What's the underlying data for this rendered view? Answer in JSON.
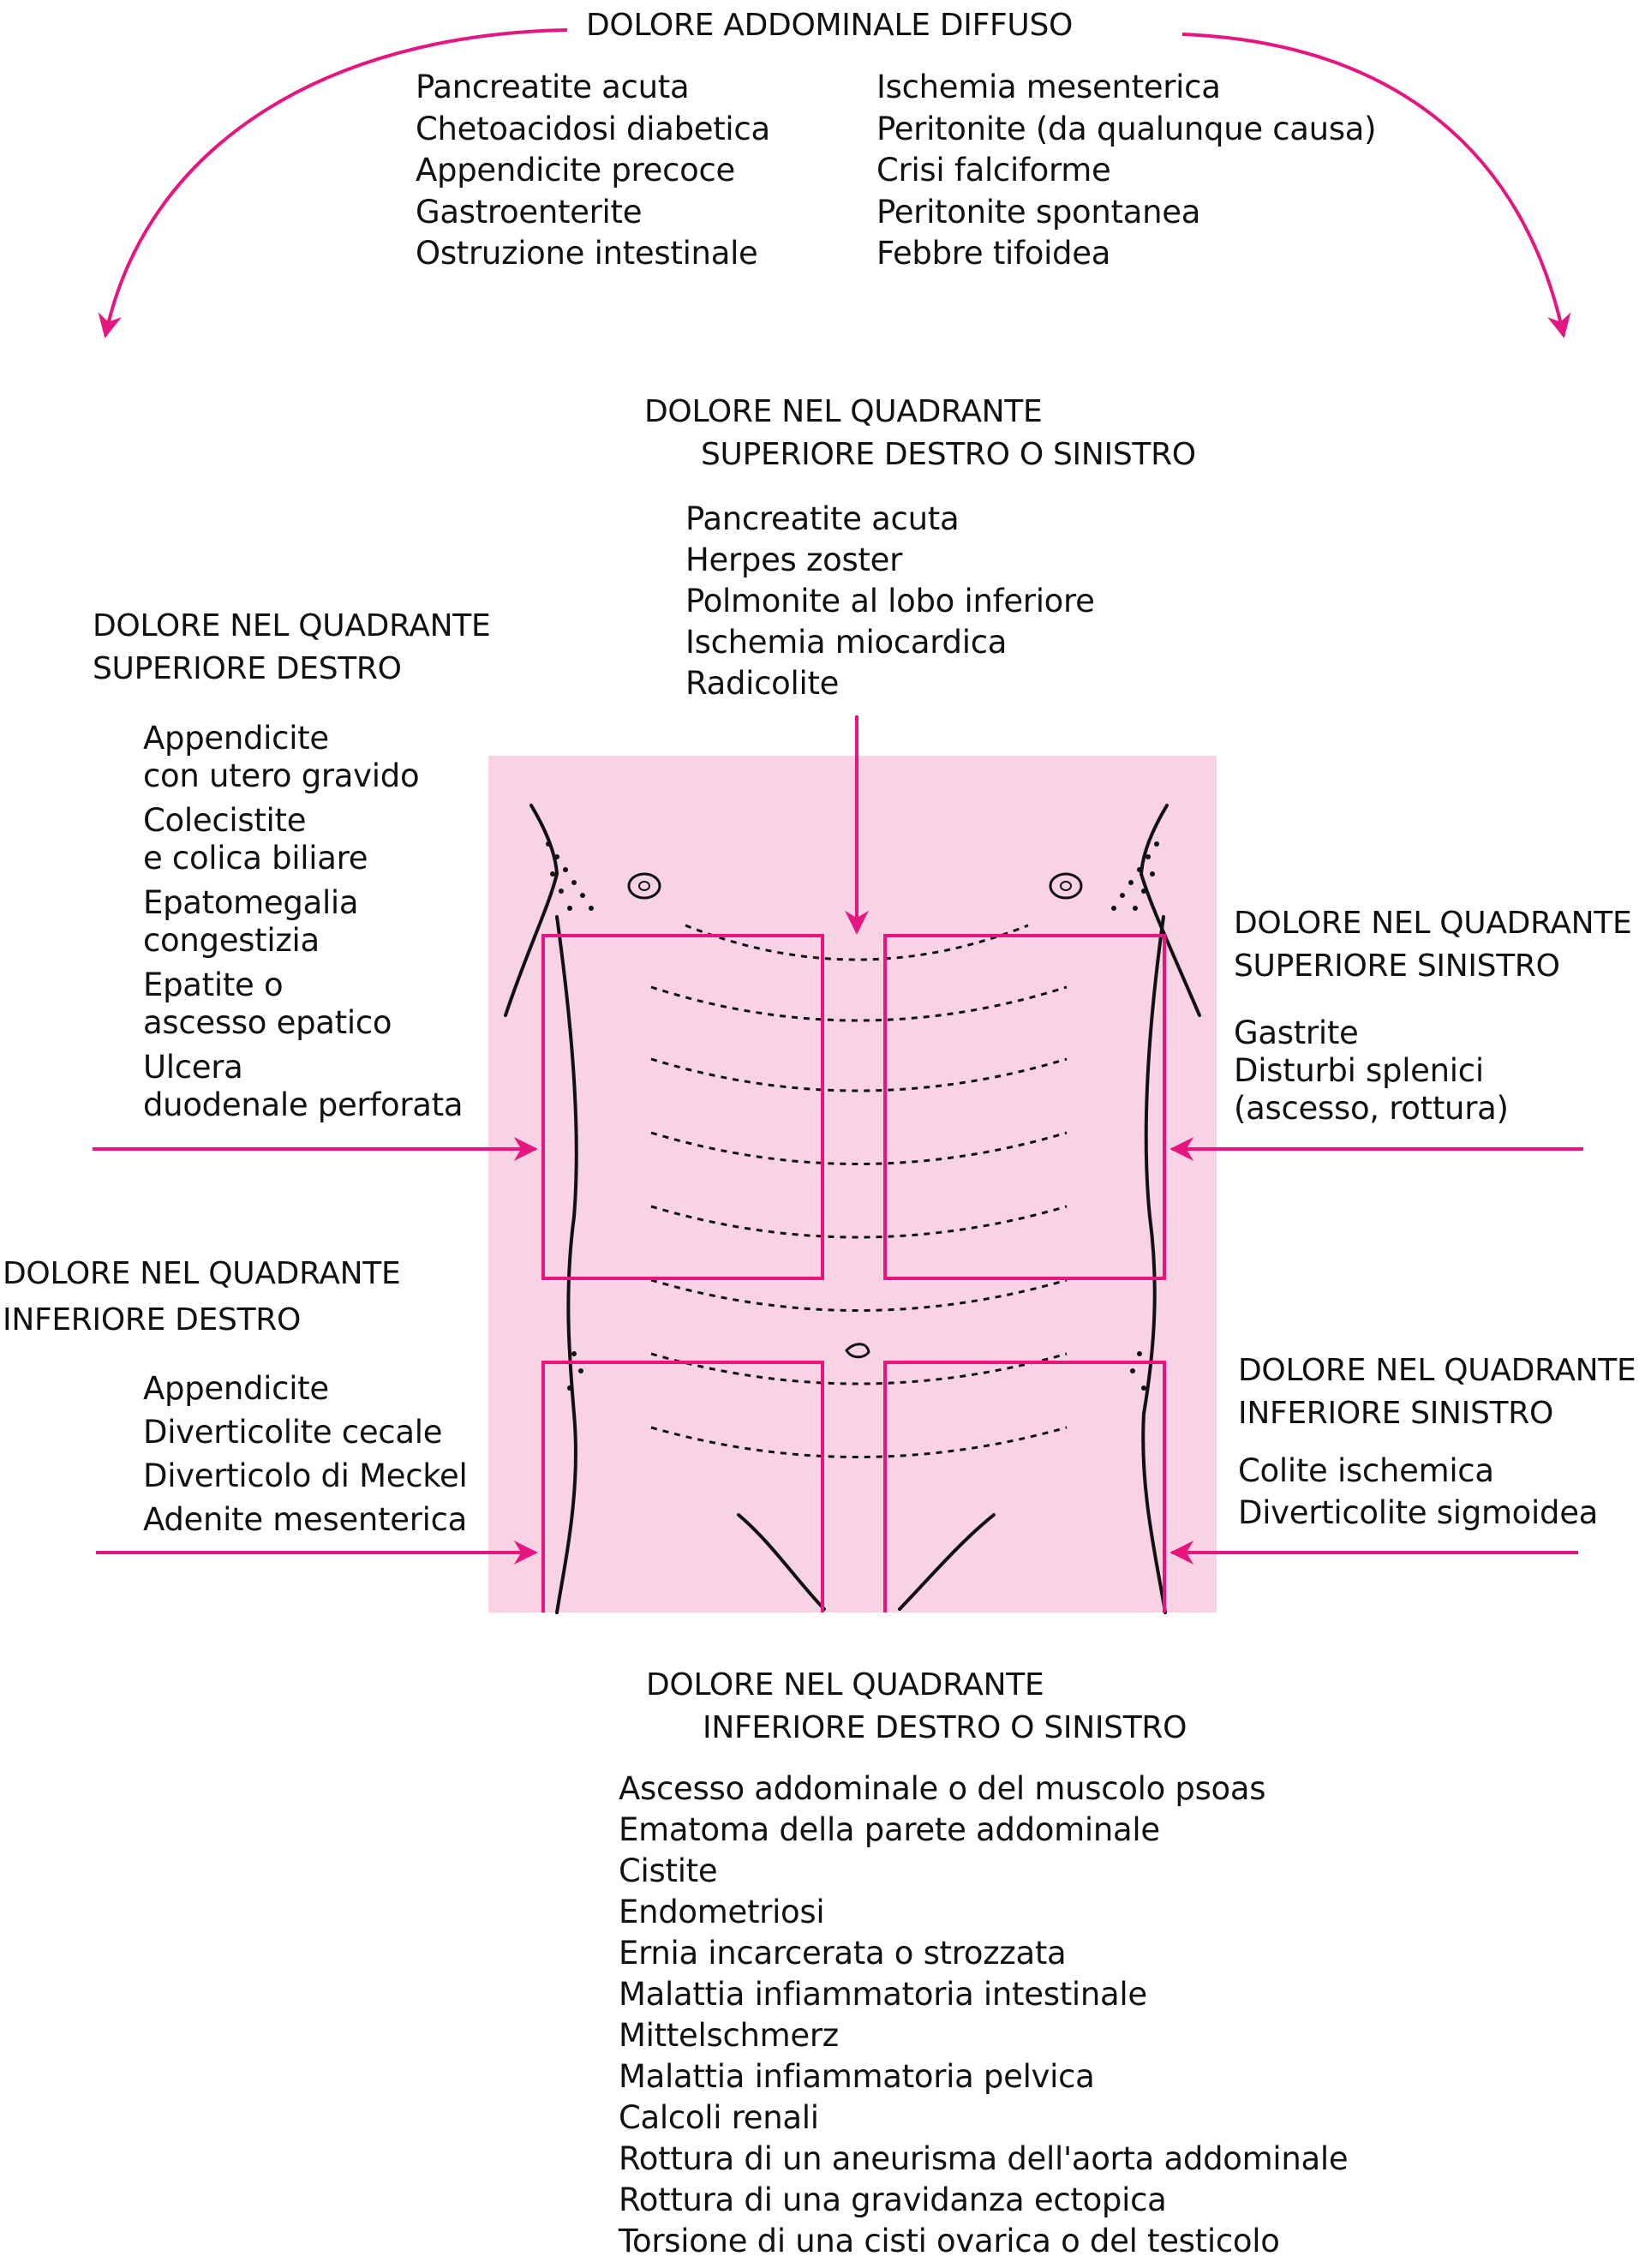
{
  "colors": {
    "accent": "#e6157f",
    "body_fill": "#f7d3e3",
    "ink": "#111111"
  },
  "diffuse": {
    "title": "DOLORE ADDOMINALE DIFFUSO",
    "col1": [
      "Pancreatite acuta",
      "Chetoacidosi diabetica",
      "Appendicite precoce",
      "Gastroenterite",
      "Ostruzione intestinale"
    ],
    "col2": [
      "Ischemia mesenterica",
      "Peritonite (da qualunque causa)",
      "Crisi falciforme",
      "Peritonite spontanea",
      "Febbre tifoidea"
    ]
  },
  "upper_either": {
    "title_line1": "DOLORE NEL QUADRANTE",
    "title_line2": "SUPERIORE DESTRO O SINISTRO",
    "items": [
      "Pancreatite acuta",
      "Herpes zoster",
      "Polmonite al lobo inferiore",
      "Ischemia miocardica",
      "Radicolite"
    ]
  },
  "upper_right": {
    "title_line1": "DOLORE NEL QUADRANTE",
    "title_line2": "SUPERIORE DESTRO",
    "items": [
      {
        "line1": "Appendicite",
        "line2": "con utero gravido"
      },
      {
        "line1": "Colecistite",
        "line2": "e colica biliare"
      },
      {
        "line1": "Epatomegalia",
        "line2": "congestizia"
      },
      {
        "line1": "Epatite o",
        "line2": "ascesso epatico"
      },
      {
        "line1": "Ulcera",
        "line2": "duodenale perforata"
      }
    ]
  },
  "upper_left": {
    "title_line1": "DOLORE NEL QUADRANTE",
    "title_line2": "SUPERIORE SINISTRO",
    "items": [
      "Gastrite",
      "Disturbi splenici",
      "(ascesso, rottura)"
    ]
  },
  "lower_right": {
    "title_line1": "DOLORE NEL QUADRANTE",
    "title_line2": "INFERIORE DESTRO",
    "items": [
      "Appendicite",
      "Diverticolite cecale",
      "Diverticolo di Meckel",
      "Adenite mesenterica"
    ]
  },
  "lower_left": {
    "title_line1": "DOLORE NEL QUADRANTE",
    "title_line2": "INFERIORE SINISTRO",
    "items": [
      "Colite ischemica",
      "Diverticolite sigmoidea"
    ]
  },
  "lower_either": {
    "title_line1": "DOLORE NEL QUADRANTE",
    "title_line2": "INFERIORE DESTRO O SINISTRO",
    "items": [
      "Ascesso addominale o del muscolo psoas",
      "Ematoma della parete addominale",
      "Cistite",
      "Endometriosi",
      "Ernia incarcerata o strozzata",
      "Malattia infiammatoria intestinale",
      "Mittelschmerz",
      "Malattia infiammatoria pelvica",
      "Calcoli renali",
      "Rottura di un aneurisma dell'aorta addominale",
      "Rottura di una gravidanza ectopica",
      "Torsione di una cisti ovarica o del testicolo"
    ]
  }
}
